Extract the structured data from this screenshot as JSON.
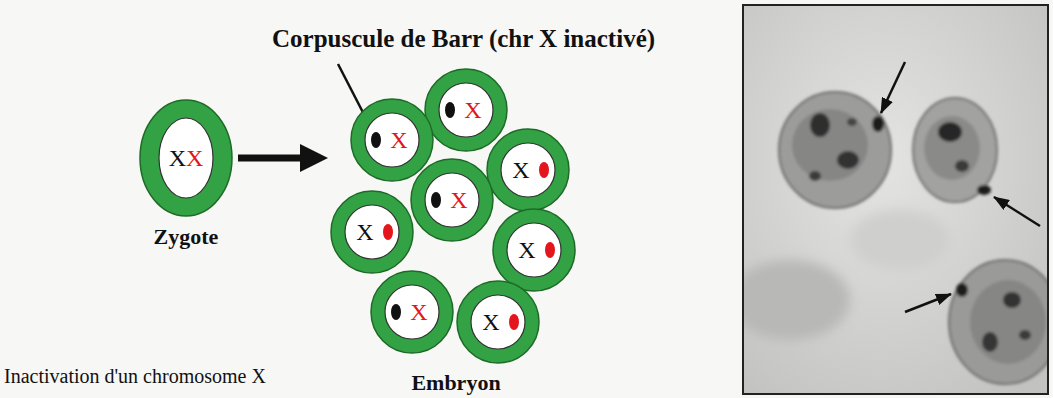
{
  "diagram": {
    "title": "Corpuscule de Barr (chr X inactivé)",
    "caption": "Inactivation d'un chromosome X",
    "nodes": [
      {
        "text": [
          "X",
          "X",
          "Zygote"
        ]
      },
      {
        "text": [
          "Embryon"
        ]
      },
      {
        "text": [
          "X"
        ],
        "in": 1
      },
      {
        "text": [
          "X"
        ],
        "in": 1
      },
      {
        "text": [
          "X"
        ],
        "in": 1
      },
      {
        "text": [
          "X"
        ],
        "in": 1
      },
      {
        "text": [
          "X"
        ],
        "in": 1
      },
      {
        "text": [
          "X"
        ],
        "in": 1
      },
      {
        "text": [
          "X"
        ],
        "in": 1
      },
      {
        "text": [
          "X"
        ],
        "in": 1
      }
    ],
    "edges": [
      {
        "from": 0,
        "to": 1,
        "arrow": "to"
      }
    ]
  }
}
